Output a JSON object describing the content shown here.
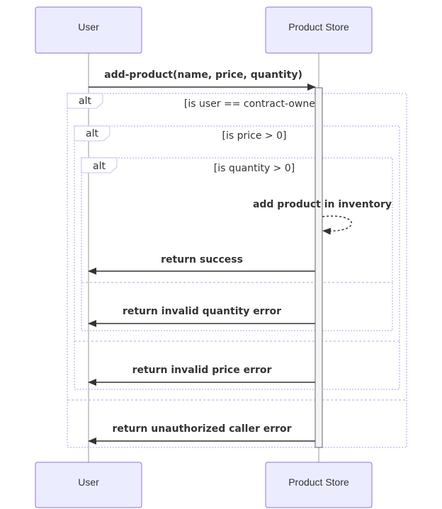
{
  "participants": {
    "user": "User",
    "store": "Product Store"
  },
  "fragments": [
    {
      "type": "alt",
      "condition": "[is user == contract-owner]"
    },
    {
      "type": "alt",
      "condition": "[is price > 0]"
    },
    {
      "type": "alt",
      "condition": "[is quantity > 0]"
    }
  ],
  "messages": [
    {
      "from": "User",
      "to": "Product Store",
      "text": "add-product(name, price, quantity)",
      "style": "solid"
    },
    {
      "from": "Product Store",
      "to": "Product Store",
      "text": "add product in inventory",
      "style": "dotted"
    },
    {
      "from": "Product Store",
      "to": "User",
      "text": "return success",
      "style": "solid"
    },
    {
      "from": "Product Store",
      "to": "User",
      "text": "return invalid quantity error",
      "style": "solid"
    },
    {
      "from": "Product Store",
      "to": "User",
      "text": "return invalid price error",
      "style": "solid"
    },
    {
      "from": "Product Store",
      "to": "User",
      "text": "return unauthorized caller error",
      "style": "solid"
    }
  ],
  "colors": {
    "actor_fill": "#ECECFF",
    "actor_stroke": "#9370DB",
    "frame_stroke": "#c6c4f0",
    "line": "#333333",
    "activation_fill": "#f4f4f4"
  }
}
